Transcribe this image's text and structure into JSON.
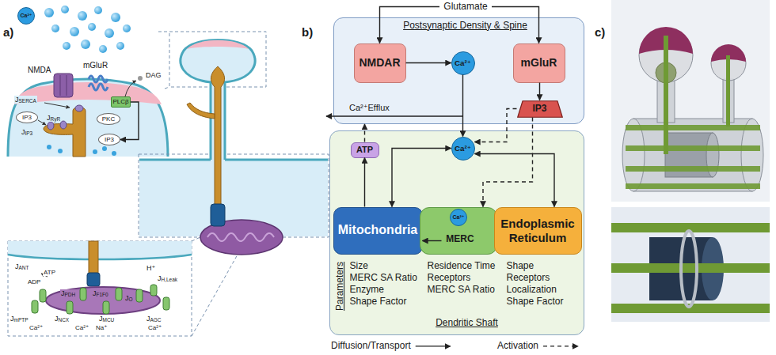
{
  "diagram": {
    "nodes": [
      {
        "text": [
          "Ca²⁺"
        ]
      },
      {
        "text": [
          "PLCβ"
        ]
      },
      {
        "text": [
          "IP3"
        ]
      },
      {
        "text": [
          "PKC"
        ]
      },
      {
        "text": [
          "IP3"
        ]
      },
      {
        "text": [
          "Glutamate"
        ]
      },
      {
        "text": [
          "Postsynaptic Density & Spine"
        ]
      },
      {
        "text": [
          "NMDAR"
        ],
        "in": 6
      },
      {
        "text": [
          "Ca²⁺"
        ],
        "in": 6
      },
      {
        "text": [
          "mGluR"
        ],
        "in": 6
      },
      {
        "text": [
          "IP3"
        ],
        "in": 6
      },
      {
        "text": [
          "Parameters",
          "Size",
          "MERC SA Ratio",
          "Enzyme",
          "Shape Factor",
          "Residence Time",
          "Receptors",
          "MERC SA Ratio",
          "Shape",
          "Receptors",
          "Localization",
          "Shape Factor",
          "Dendritic Shaft"
        ]
      },
      {
        "text": [
          "ATP"
        ],
        "in": 11
      },
      {
        "text": [
          "Ca²⁺"
        ],
        "in": 11
      },
      {
        "text": [
          "Mitochondria"
        ],
        "in": 11
      },
      {
        "text": [
          "MERC"
        ],
        "in": 11
      },
      {
        "text": [
          "Ca²⁺"
        ],
        "in": 15
      },
      {
        "text": [
          "Endoplasmic Reticulum"
        ],
        "in": 11
      }
    ],
    "edges": [
      {
        "from": 1,
        "to": 4,
        "arrow": "to"
      },
      {
        "from": 5,
        "to": 7,
        "arrow": "to"
      },
      {
        "from": 5,
        "to": 9,
        "arrow": "to"
      },
      {
        "from": 7,
        "to": 8,
        "arrow": "to"
      },
      {
        "from": 9,
        "to": 10,
        "arrow": "to"
      },
      {
        "from": 8,
        "to": 13,
        "arrow": "to"
      },
      {
        "from": 10,
        "to": 13,
        "arrow": "to"
      },
      {
        "from": 10,
        "to": 15,
        "arrow": "to"
      },
      {
        "from": 12,
        "to": 6,
        "arrow": "to"
      },
      {
        "from": 14,
        "to": 12,
        "arrow": "to"
      },
      {
        "from": 13,
        "to": 14,
        "arrow": "both"
      },
      {
        "from": 13,
        "to": 17,
        "arrow": "both"
      },
      {
        "from": 15,
        "to": 14,
        "arrow": "to"
      }
    ],
    "labels": [
      "a)",
      "NMDA",
      "mGluR",
      "DAG",
      "JSERCA",
      "JIP3",
      "JRyR",
      "JANT",
      "ATP",
      "ADP",
      "H⁺",
      "JH,Leak",
      "JPDH",
      "JF1F0",
      "JO",
      "JmPTP",
      "JNCX",
      "JMCU",
      "JAGC",
      "Ca²⁺",
      "Ca²⁺",
      "Na⁺",
      "Ca²⁺",
      "b)",
      "Ca²⁺Efflux",
      "c)"
    ],
    "legend": [
      {
        "text": "Diffusion/Transport"
      },
      {
        "text": "Activation"
      }
    ]
  }
}
